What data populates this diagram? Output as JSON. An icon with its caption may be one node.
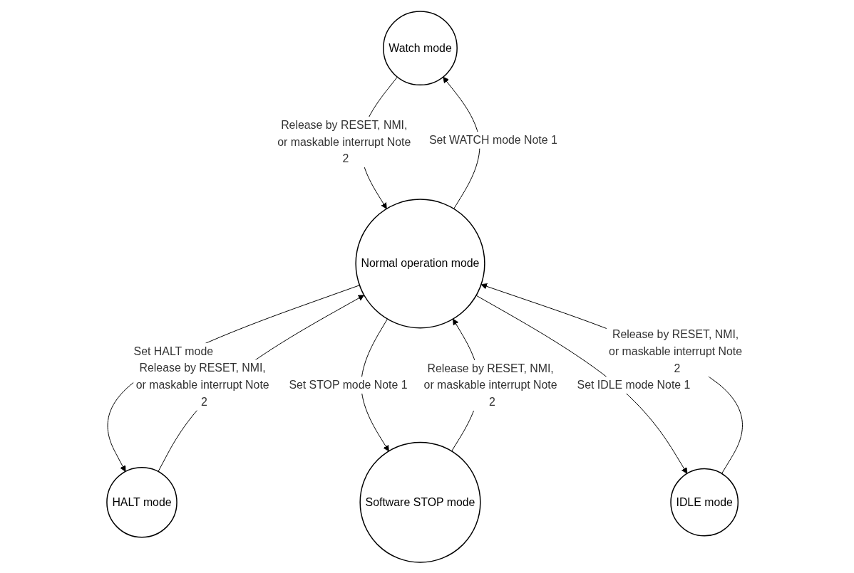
{
  "diagram": {
    "nodes": [
      {
        "text": [
          "Watch mode"
        ]
      },
      {
        "text": [
          "Normal operation mode"
        ]
      },
      {
        "text": [
          "HALT mode"
        ]
      },
      {
        "text": [
          "Software STOP mode"
        ]
      },
      {
        "text": [
          "IDLE mode"
        ]
      }
    ],
    "edges": [
      {
        "from": 1,
        "to": 0,
        "arrow": "to",
        "label": "Set WATCH mode Note 1"
      },
      {
        "from": 0,
        "to": 1,
        "arrow": "to",
        "label": "Release by RESET, NMI, or maskable interrupt Note 2"
      },
      {
        "from": 2,
        "to": 1,
        "arrow": "to",
        "label": "Release by RESET, NMI, or maskable interrupt Note 2"
      },
      {
        "from": 1,
        "to": 2,
        "arrow": "to",
        "label": "Set HALT mode"
      },
      {
        "from": 3,
        "to": 1,
        "arrow": "to",
        "label": "Release by RESET, NMI, or maskable interrupt Note 2"
      },
      {
        "from": 1,
        "to": 3,
        "arrow": "to",
        "label": "Set STOP mode Note 1"
      },
      {
        "from": 4,
        "to": 1,
        "arrow": "to",
        "label": "Release by RESET, NMI, or maskable interrupt Note 2"
      },
      {
        "from": 1,
        "to": 4,
        "arrow": "to",
        "label": "Set IDLE mode Note 1"
      }
    ]
  }
}
